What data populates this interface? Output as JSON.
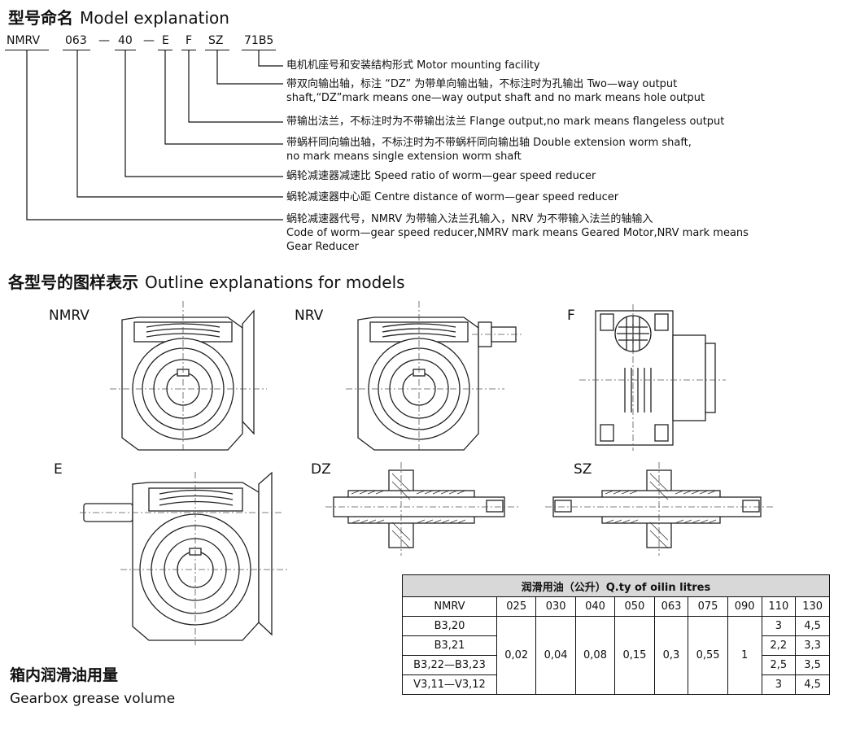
{
  "model_section": {
    "title_zh": "型号命名",
    "title_en": "Model explanation"
  },
  "model_code": {
    "p1": "NMRV",
    "p2": "063",
    "d1": "—",
    "p3": "40",
    "d2": "—",
    "p4": "E",
    "p5": "F",
    "p6": "SZ",
    "p7": "71B5"
  },
  "descriptions": {
    "motor_zh": "电机机座号和安装结构形式",
    "motor_en": "Motor mounting facility",
    "two_way_zh": "带双向输出轴，标注 “DZ” 为带单向输出轴，不标注时为孔输出",
    "two_way_en1": "Two—way output",
    "two_way_en2": "shaft,“DZ”mark means one—way output shaft and no mark means hole output",
    "flange_zh": "带输出法兰，不标注时为不带输出法兰",
    "flange_en": "Flange output,no mark means flangeless output",
    "double_zh": "带蜗杆同向输出轴，不标注时为不带蜗杆同向输出轴",
    "double_en1": "Double extension worm shaft,",
    "double_en2": "no mark means single extension worm shaft",
    "ratio_zh": "蜗轮减速器减速比",
    "ratio_en": "Speed ratio of worm—gear speed reducer",
    "centre_zh": "蜗轮减速器中心距",
    "centre_en": "Centre distance of worm—gear speed reducer",
    "code_zh": "蜗轮减速器代号，NMRV 为带输入法兰孔输入，NRV 为不带输入法兰的轴输入",
    "code_en1": "Code of worm—gear speed reducer,NMRV mark means Geared Motor,NRV mark means",
    "code_en2": "Gear Reducer"
  },
  "outline_section": {
    "title_zh": "各型号的图样表示",
    "title_en": "Outline explanations for models"
  },
  "figure_labels": {
    "nmrv": "NMRV",
    "nrv": "NRV",
    "f": "F",
    "e": "E",
    "dz": "DZ",
    "sz": "SZ"
  },
  "grease": {
    "title_zh": "箱内润滑油用量",
    "title_en": "Gearbox grease volume"
  },
  "oil_table": {
    "caption": "润滑用油（公升）Q.ty of oilin litres",
    "header": [
      "NMRV",
      "025",
      "030",
      "040",
      "050",
      "063",
      "075",
      "090",
      "110",
      "130"
    ],
    "rows": [
      "B3,20",
      "B3,21",
      "B3,22—B3,23",
      "V3,11—V3,12"
    ],
    "shared": [
      "0,02",
      "0,04",
      "0,08",
      "0,15",
      "0,3",
      "0,55",
      "1"
    ],
    "c110": [
      "3",
      "2,2",
      "2,5",
      "3"
    ],
    "c130": [
      "4,5",
      "3,3",
      "3,5",
      "4,5"
    ]
  }
}
